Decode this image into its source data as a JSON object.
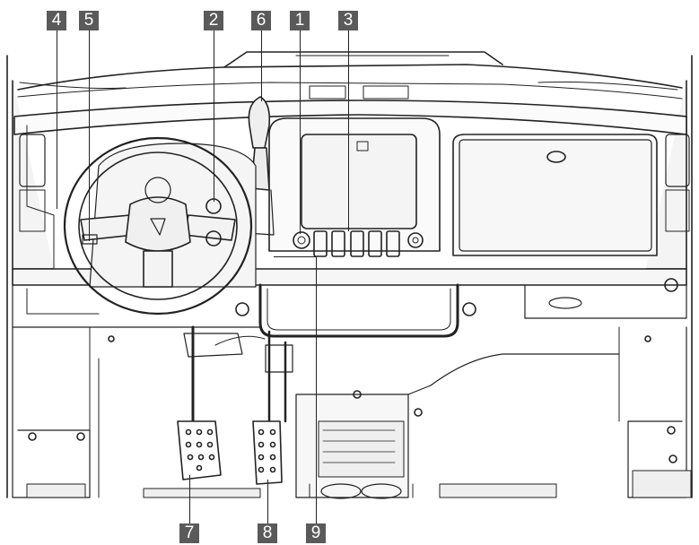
{
  "colors": {
    "callout_bg": "#5a5a5a",
    "callout_text": "#ffffff",
    "line": "#222222"
  },
  "callouts": {
    "c1": "1",
    "c2": "2",
    "c3": "3",
    "c4": "4",
    "c5": "5",
    "c6": "6",
    "c7": "7",
    "c8": "8",
    "c9": "9"
  }
}
